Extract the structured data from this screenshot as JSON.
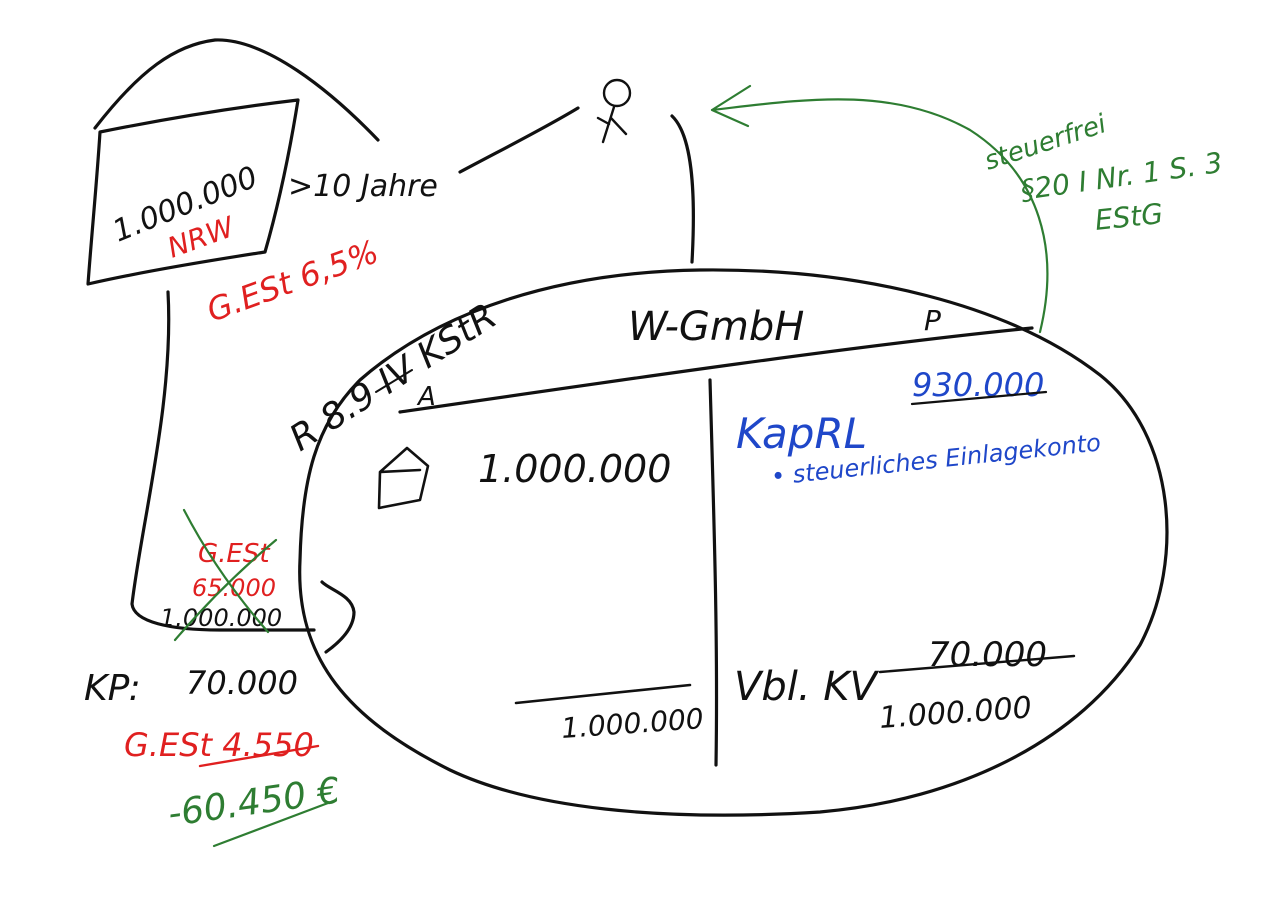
{
  "house": {
    "value": "1.000.000",
    "state": "NRW",
    "tax": "G.ESt 6,5%",
    "holding": ">10 Jahre"
  },
  "law_ref": "R 8.9 IV KStR",
  "company": {
    "name": "W-GmbH",
    "assets_label": "A",
    "liabilities_label": "P",
    "asset_value": "1.000.000",
    "asset_total": "1.000.000",
    "reserve_label": "KapRL",
    "reserve_value": "930.000",
    "reserve_note": "• steuerliches Einlagekonto",
    "liability_label": "Vbl. KV",
    "liability_value": "70.000",
    "liability_total": "1.000.000"
  },
  "left_calc": {
    "crossed_tax_label": "G.ESt",
    "crossed_tax_value": "65.000",
    "base_value": "1.000.000",
    "price_label": "KP:",
    "price_value": "70.000",
    "tax_line": "G.ESt 4.550",
    "saving": "-60.450 €"
  },
  "note": {
    "line1": "steuerfrei",
    "line2": "§20 I Nr. 1 S. 3",
    "line3": "EStG"
  },
  "colors": {
    "ink": "#111111",
    "red": "#e02020",
    "blue": "#1f47c9",
    "green": "#2e7d32"
  }
}
